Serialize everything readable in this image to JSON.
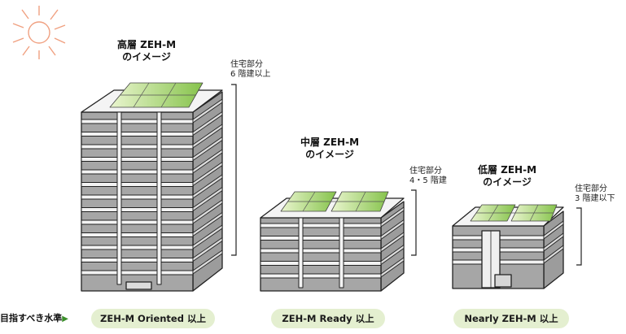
{
  "buildings": {
    "high": {
      "title_line1": "高層 ZEH-M",
      "title_line2": "のイメージ",
      "note_line1": "住宅部分",
      "note_line2": "6 階建以上",
      "level": "ZEH-M Oriented 以上"
    },
    "mid": {
      "title_line1": "中層 ZEH-M",
      "title_line2": "のイメージ",
      "note_line1": "住宅部分",
      "note_line2": "4・5 階建",
      "level": "ZEH-M Ready 以上"
    },
    "low": {
      "title_line1": "低層 ZEH-M",
      "title_line2": "のイメージ",
      "note_line1": "住宅部分",
      "note_line2": "3 階建以下",
      "level": "Nearly ZEH-M 以上"
    }
  },
  "goal_label": "目指すべき水準",
  "goal_arrow": "▶",
  "colors": {
    "sun": "#f0a080",
    "panel_light": "#e6f3c8",
    "panel_dark": "#8cc850",
    "pill_bg": "#e4efd0",
    "arrow": "#3a8f2a",
    "wall_gray": "#a3a3a3",
    "facade_light": "#f2f2f2"
  }
}
